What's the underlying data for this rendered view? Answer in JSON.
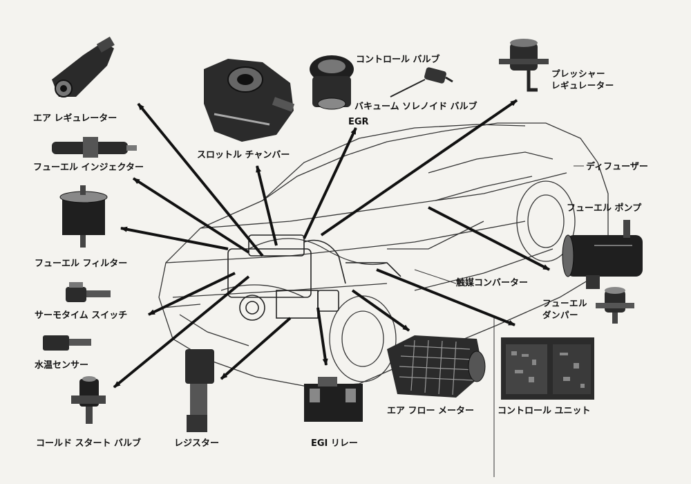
{
  "labels": {
    "air_regulator": "エア レギュレーター",
    "throttle_chamber": "スロットル チャンバー",
    "control_valve": "コントロール バルブ",
    "vacuum_solenoid_valve": "バキューム ソレノイド バルブ",
    "egr": "EGR",
    "pressure_regulator": "プレッシャー\nレギュレーター",
    "fuel_injector": "フューエル インジェクター",
    "diffuser": "ディフューザー",
    "fuel_pump": "フューエル ポンプ",
    "fuel_filter": "フューエル フィルター",
    "catalytic_converter": "触媒コンバーター",
    "thermo_time_switch": "サーモタイム スイッチ",
    "fuel_damper": "フューエル\nダンパー",
    "water_temp_sensor": "水温センサー",
    "cold_start_valve": "コールド スタート バルブ",
    "resistor": "レジスター",
    "egi_relay": "EGI リレー",
    "air_flow_meter": "エア フロー メーター",
    "control_unit": "コントロール ユニット"
  }
}
